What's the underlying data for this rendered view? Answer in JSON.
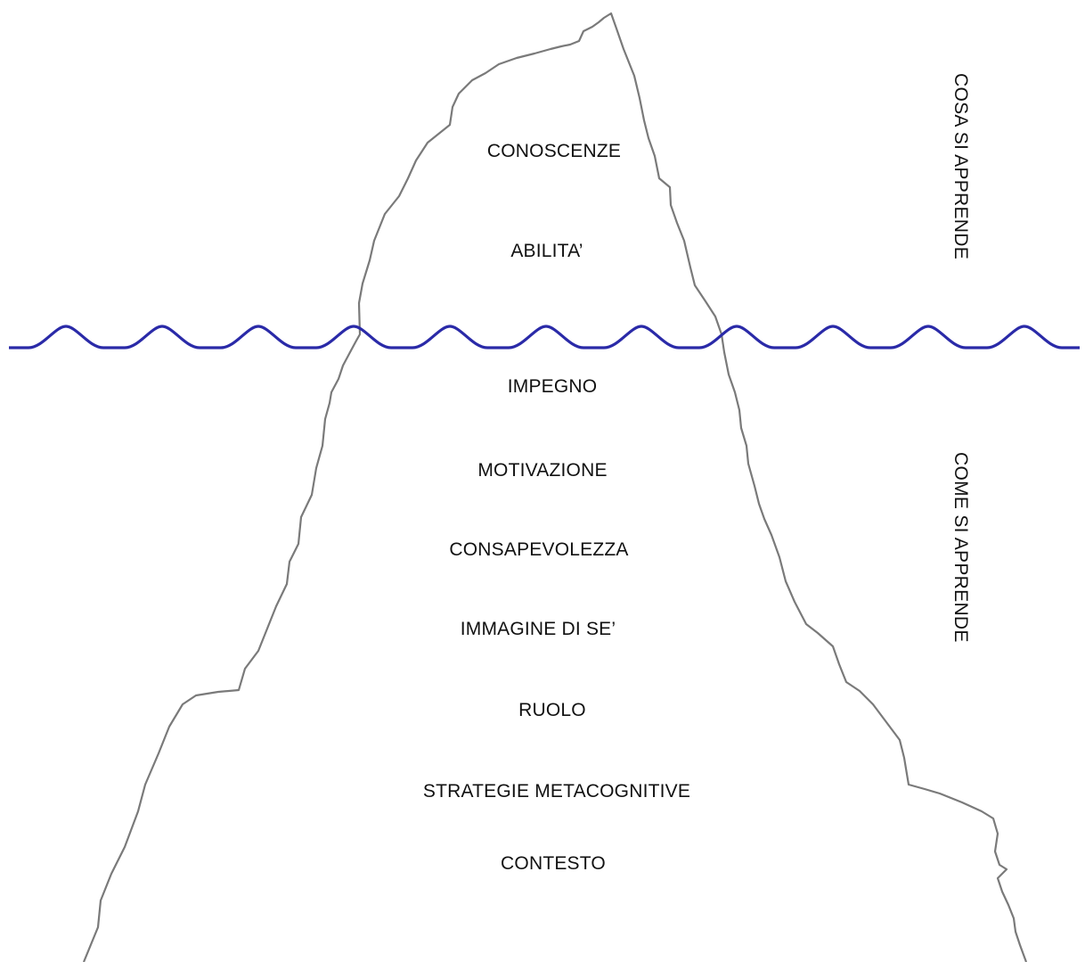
{
  "above_water": {
    "items": [
      "CONOSCENZE",
      "ABILITA’"
    ],
    "side_label": "COSA SI APPRENDE"
  },
  "below_water": {
    "items": [
      "IMPEGNO",
      "MOTIVAZIONE",
      "CONSAPEVOLEZZA",
      "IMMAGINE DI SE’",
      "RUOLO",
      "STRATEGIE METACOGNITIVE",
      "CONTESTO"
    ],
    "side_label": "COME SI APPRENDE"
  },
  "colors": {
    "iceberg_outline": "#7a7a7a",
    "water_line": "#2a2aa8",
    "text": "#111111"
  }
}
